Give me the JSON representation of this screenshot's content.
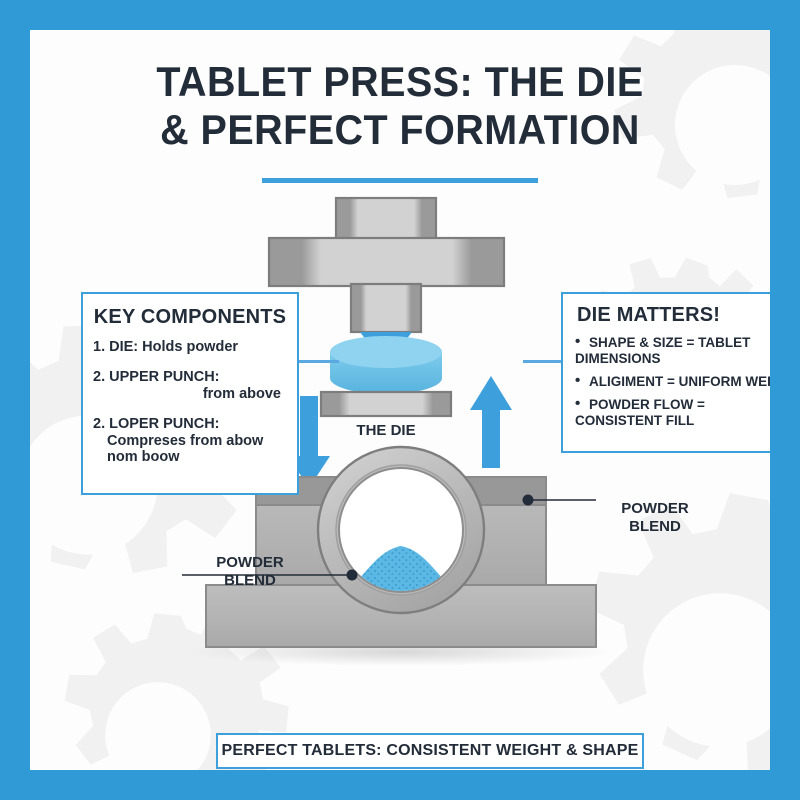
{
  "colors": {
    "frame_blue": "#2f9ad5",
    "accent_blue": "#3d9fdb",
    "tablet_blue": "#6cc3e8",
    "tablet_top_blue": "#8fd3f0",
    "powder_blue": "#5bb8e5",
    "text_dark": "#232c39",
    "metal_light": "#c9c9c9",
    "metal_mid": "#b0b0b0",
    "metal_dark": "#969696",
    "gear_watermark": "#f1f1f1",
    "page_bg": "#fdfdfd"
  },
  "title": {
    "line1": "TABLET PRESS: THE DIE",
    "line2": "& PERFECT FORMATION"
  },
  "key_components": {
    "heading": "KEY COMPONENTS",
    "items": [
      {
        "number": "1.",
        "term": "DIE:",
        "text": "Holds powder",
        "sub": "",
        "sub2": ""
      },
      {
        "number": "2.",
        "term": "UPPER PUNCH:",
        "text": "",
        "sub": "from above",
        "sub2": ""
      },
      {
        "number": "2.",
        "term": "LOPER PUNCH:",
        "text": "",
        "sub": "",
        "sub2": "Compreses from abow\nnom boow"
      }
    ]
  },
  "die_matters": {
    "heading": "DIE MATTERS!",
    "bullets": [
      "SHAPE & SIZE = TABLET",
      "DIMENSIONS",
      "ALIGIMENT = UNIFORM WEIGHT",
      "POWDER FLOW =",
      "CONSISTENT FILL"
    ]
  },
  "diagram": {
    "die_label": "THE DIE",
    "powder_blend_left": "POWDER\nBLEND",
    "powder_blend_right": "POWDER\nBLEND",
    "down_arrow": "down-arrow",
    "up_arrow": "up-arrow"
  },
  "footer": {
    "text": "PERFECT TABLETS: CONSISTENT WEIGHT & SHAPE"
  }
}
